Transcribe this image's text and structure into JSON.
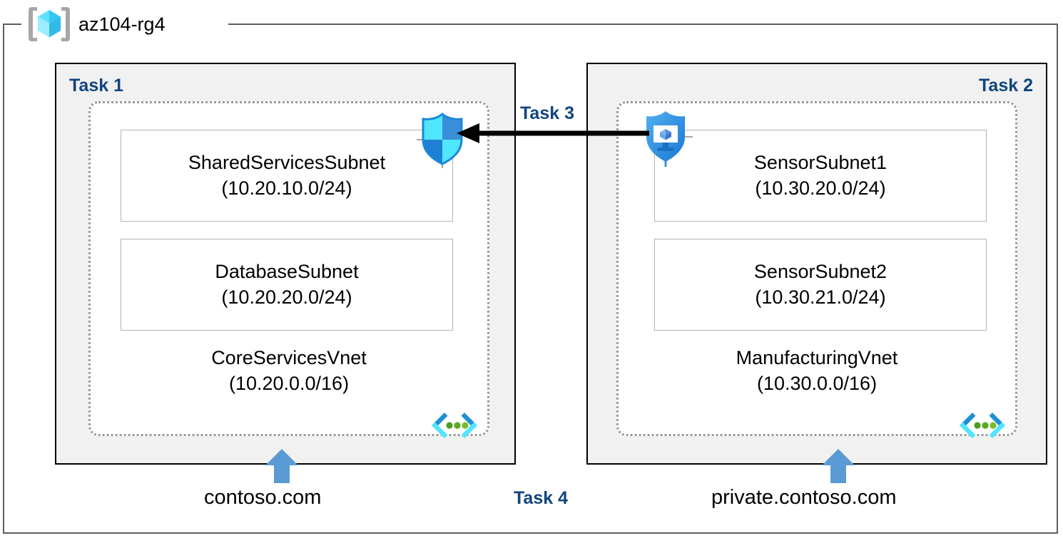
{
  "resource_group": {
    "name": "az104-rg4",
    "icon": "azure-resource-group-icon"
  },
  "panels": [
    {
      "id": "left",
      "task_label": "Task 1",
      "vnet": {
        "name": "CoreServicesVnet",
        "cidr": "(10.20.0.0/16)",
        "icon": "virtual-network-icon",
        "subnets": [
          {
            "name": "SharedServicesSubnet",
            "cidr": "(10.20.10.0/24)"
          },
          {
            "name": "DatabaseSubnet",
            "cidr": "(10.20.20.0/24)"
          }
        ]
      },
      "dns_zone": "contoso.com"
    },
    {
      "id": "right",
      "task_label": "Task 2",
      "vnet": {
        "name": "ManufacturingVnet",
        "cidr": "(10.30.0.0/16)",
        "icon": "virtual-network-icon",
        "subnets": [
          {
            "name": "SensorSubnet1",
            "cidr": "(10.30.20.0/24)"
          },
          {
            "name": "SensorSubnet2",
            "cidr": "(10.30.21.0/24)"
          }
        ]
      },
      "dns_zone": "private.contoso.com"
    }
  ],
  "connection": {
    "task_label": "Task 3",
    "direction": "right-to-left",
    "source_icon": "private-endpoint-shield-icon",
    "target_icon": "network-security-group-shield-icon"
  },
  "dns_task": {
    "task_label": "Task 4",
    "arrow_icon": "up-arrow-icon"
  },
  "colors": {
    "task_label": "#11457e",
    "panel_fill": "#f1f1f1",
    "panel_border": "#000000",
    "vnet_border": "#9a9a9a",
    "subnet_border": "#b4b4b4",
    "rg_border": "#5e5e5e",
    "arrow_blue": "#5b9bd5",
    "connector_black": "#000000",
    "azure_cyan": "#50e6ff",
    "azure_blue": "#0078d4"
  }
}
